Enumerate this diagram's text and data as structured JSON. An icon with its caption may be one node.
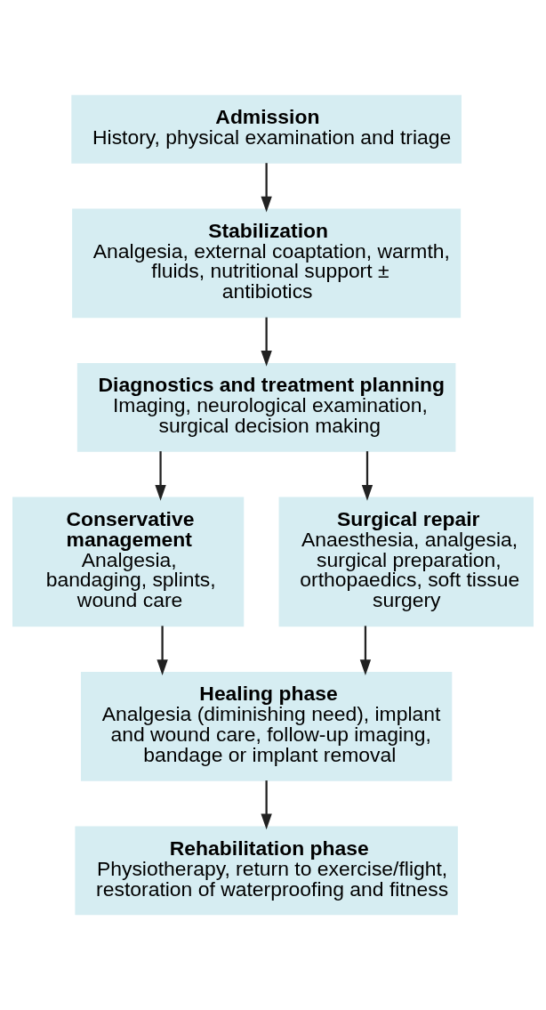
{
  "diagram": {
    "nodes": [
      {
        "text": [
          "Admission",
          "History, physical examination and triage"
        ]
      },
      {
        "text": [
          "Stabilization",
          "Analgesia, external coaptation, warmth, fluids, nutritional support ± antibiotics"
        ]
      },
      {
        "text": [
          "Diagnostics and treatment planning",
          "Imaging, neurological examination, surgical decision making"
        ]
      },
      {
        "text": [
          "Conservative management",
          "Analgesia, bandaging, splints, wound care"
        ]
      },
      {
        "text": [
          "Surgical repair",
          "Anaesthesia, analgesia, surgical preparation, orthopaedics, soft tissue surgery"
        ]
      },
      {
        "text": [
          "Healing phase",
          "Analgesia (diminishing need), implant and wound care, follow-up imaging, bandage or implant removal"
        ]
      },
      {
        "text": [
          "Rehabilitation phase",
          "Physiotherapy, return to exercise/flight, restoration of waterproofing and fitness"
        ]
      }
    ],
    "edges": [
      {
        "from": 0,
        "to": 1,
        "arrow": "to"
      },
      {
        "from": 1,
        "to": 2,
        "arrow": "to"
      },
      {
        "from": 2,
        "to": 3,
        "arrow": "to"
      },
      {
        "from": 2,
        "to": 4,
        "arrow": "to"
      },
      {
        "from": 3,
        "to": 5,
        "arrow": "to"
      },
      {
        "from": 4,
        "to": 5,
        "arrow": "to"
      },
      {
        "from": 5,
        "to": 6,
        "arrow": "to"
      }
    ]
  }
}
